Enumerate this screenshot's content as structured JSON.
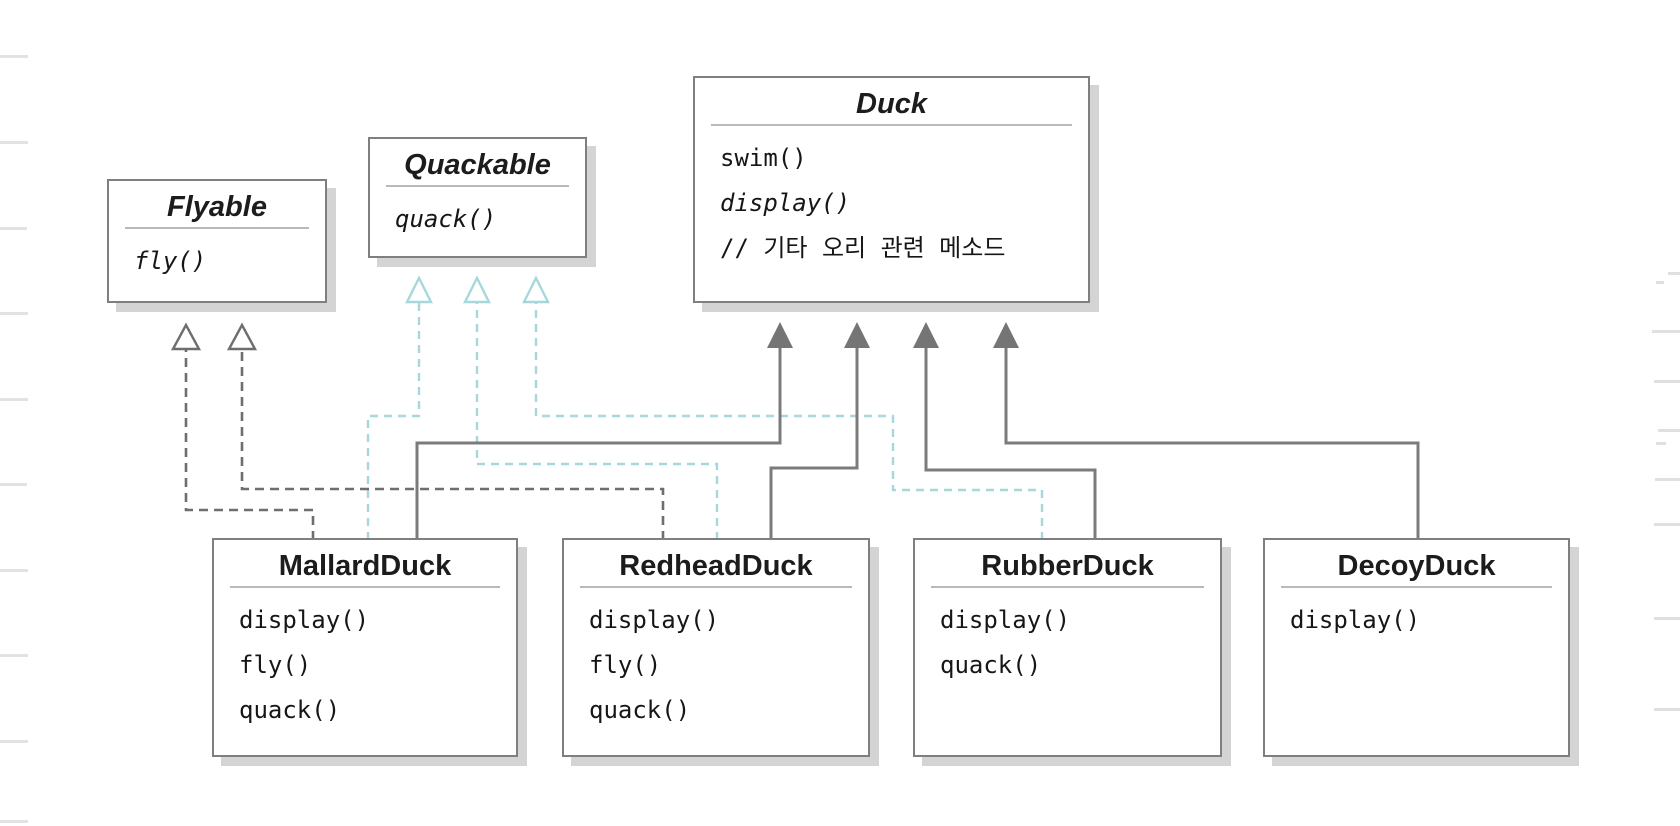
{
  "classes": {
    "flyable": {
      "title": "Flyable",
      "kind": "interface",
      "methods": [
        "fly()"
      ]
    },
    "quackable": {
      "title": "Quackable",
      "kind": "interface",
      "methods": [
        "quack()"
      ]
    },
    "duck": {
      "title": "Duck",
      "kind": "abstract-class",
      "methods": [
        "swim()",
        "display()",
        "// 기타 오리 관련 메소드"
      ]
    },
    "mallardduck": {
      "title": "MallardDuck",
      "kind": "class",
      "methods": [
        "display()",
        "fly()",
        "quack()"
      ]
    },
    "redheadduck": {
      "title": "RedheadDuck",
      "kind": "class",
      "methods": [
        "display()",
        "fly()",
        "quack()"
      ]
    },
    "rubberduck": {
      "title": "RubberDuck",
      "kind": "class",
      "methods": [
        "display()",
        "quack()"
      ]
    },
    "decoyduck": {
      "title": "DecoyDuck",
      "kind": "class",
      "methods": [
        "display()"
      ]
    }
  },
  "relations": [
    {
      "from": "MallardDuck",
      "to": "Duck",
      "type": "extends",
      "line": "solid-gray-filled-arrow"
    },
    {
      "from": "RedheadDuck",
      "to": "Duck",
      "type": "extends",
      "line": "solid-gray-filled-arrow"
    },
    {
      "from": "RubberDuck",
      "to": "Duck",
      "type": "extends",
      "line": "solid-gray-filled-arrow"
    },
    {
      "from": "DecoyDuck",
      "to": "Duck",
      "type": "extends",
      "line": "solid-gray-filled-arrow"
    },
    {
      "from": "MallardDuck",
      "to": "Flyable",
      "type": "implements",
      "line": "dashed-gray-hollow-arrow"
    },
    {
      "from": "RedheadDuck",
      "to": "Flyable",
      "type": "implements",
      "line": "dashed-gray-hollow-arrow"
    },
    {
      "from": "MallardDuck",
      "to": "Quackable",
      "type": "implements",
      "line": "dashed-cyan-hollow-arrow"
    },
    {
      "from": "RedheadDuck",
      "to": "Quackable",
      "type": "implements",
      "line": "dashed-cyan-hollow-arrow"
    },
    {
      "from": "RubberDuck",
      "to": "Quackable",
      "type": "implements",
      "line": "dashed-cyan-hollow-arrow"
    }
  ],
  "colors": {
    "extends_line": "#7b7b7b",
    "arrowhead_fill": "#757575",
    "implements_flyable_line": "#6e6e6e",
    "implements_quackable_line": "#a6d8db",
    "box_border": "#7f7f7f",
    "box_shadow": "#d4d4d4",
    "rule": "#b9b9b9",
    "page_edge_mark": "#e2e2e2",
    "page_edge_mark_right": "#e0e0e0"
  }
}
